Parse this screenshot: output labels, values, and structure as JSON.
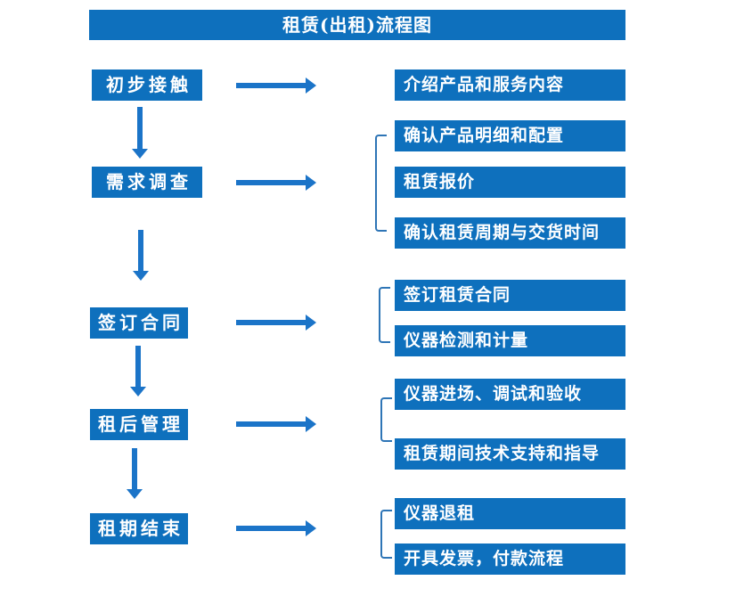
{
  "title": "租赁(出租)流程图",
  "colors": {
    "box_blue": "#0E70BD",
    "arrow_blue": "#1B74C8",
    "bracket_blue": "#2E75B6",
    "text_white": "#FFFFFF",
    "background": "#FFFFFF"
  },
  "flow": [
    {
      "step": "初步接触",
      "details": [
        "介绍产品和服务内容"
      ]
    },
    {
      "step": "需求调查",
      "details": [
        "确认产品明细和配置",
        "租赁报价",
        "确认租赁周期与交货时间"
      ]
    },
    {
      "step": "签订合同",
      "details": [
        "签订租赁合同",
        "仪器检测和计量"
      ]
    },
    {
      "step": "租后管理",
      "details": [
        "仪器进场、调试和验收",
        "租赁期间技术支持和指导"
      ]
    },
    {
      "step": "租期结束",
      "details": [
        "仪器退租",
        "开具发票，付款流程"
      ]
    }
  ]
}
